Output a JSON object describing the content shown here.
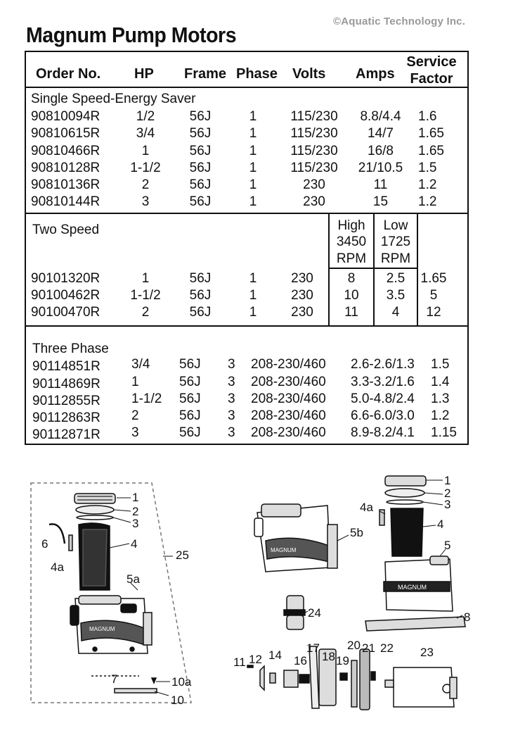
{
  "copyright": "©Aquatic Technology Inc.",
  "title": "Magnum Pump Motors",
  "headers": {
    "order": "Order No.",
    "hp": "HP",
    "frame": "Frame",
    "phase": "Phase",
    "volts": "Volts",
    "amps": "Amps",
    "service_line1": "Service",
    "service_line2": "Factor"
  },
  "single_speed": {
    "label": "Single Speed-Energy Saver",
    "rows": [
      {
        "order": "90810094R",
        "hp": "1/2",
        "frame": "56J",
        "phase": "1",
        "volts": "115/230",
        "amps": "8.8/4.4",
        "sf": "1.6"
      },
      {
        "order": "90810615R",
        "hp": "3/4",
        "frame": "56J",
        "phase": "1",
        "volts": "115/230",
        "amps": "14/7",
        "sf": "1.65"
      },
      {
        "order": "90810466R",
        "hp": "1",
        "frame": "56J",
        "phase": "1",
        "volts": "115/230",
        "amps": "16/8",
        "sf": "1.65"
      },
      {
        "order": "90810128R",
        "hp": "1-1/2",
        "frame": "56J",
        "phase": "1",
        "volts": "115/230",
        "amps": "21/10.5",
        "sf": "1.5"
      },
      {
        "order": "90810136R",
        "hp": "2",
        "frame": "56J",
        "phase": "1",
        "volts": "230",
        "amps": "11",
        "sf": "1.2"
      },
      {
        "order": "90810144R",
        "hp": "3",
        "frame": "56J",
        "phase": "1",
        "volts": "230",
        "amps": "15",
        "sf": "1.2"
      }
    ]
  },
  "two_speed": {
    "label": "Two Speed",
    "high": [
      "High",
      "3450",
      "RPM"
    ],
    "low": [
      "Low",
      "1725",
      "RPM"
    ],
    "rows": [
      {
        "order": "90101320R",
        "hp": "1",
        "frame": "56J",
        "phase": "1",
        "volts": "230",
        "high": "8",
        "low": "2.5",
        "sf": "1.65"
      },
      {
        "order": "90100462R",
        "hp": "1-1/2",
        "frame": "56J",
        "phase": "1",
        "volts": "230",
        "high": "10",
        "low": "3.5",
        "sf": "5"
      },
      {
        "order": "90100470R",
        "hp": "2",
        "frame": "56J",
        "phase": "1",
        "volts": "230",
        "high": "11",
        "low": "4",
        "sf": "12"
      }
    ]
  },
  "three_phase": {
    "label": "Three Phase",
    "rows": [
      {
        "order": "90114851R",
        "hp": "3/4",
        "frame": "56J",
        "phase": "3",
        "volts": "208-230/460",
        "amps": "2.6-2.6/1.3",
        "sf": "1.5"
      },
      {
        "order": "90114869R",
        "hp": "1",
        "frame": "56J",
        "phase": "3",
        "volts": "208-230/460",
        "amps": "3.3-3.2/1.6",
        "sf": "1.4"
      },
      {
        "order": "90112855R",
        "hp": "1-1/2",
        "frame": "56J",
        "phase": "3",
        "volts": "208-230/460",
        "amps": "5.0-4.8/2.4",
        "sf": "1.3"
      },
      {
        "order": "90112863R",
        "hp": "2",
        "frame": "56J",
        "phase": "3",
        "volts": "208-230/460",
        "amps": "6.6-6.0/3.0",
        "sf": "1.2"
      },
      {
        "order": "90112871R",
        "hp": "3",
        "frame": "56J",
        "phase": "3",
        "volts": "208-230/460",
        "amps": "8.9-8.2/4.1",
        "sf": "1.15"
      }
    ]
  },
  "diagram": {
    "brand_text": "MAGNUM",
    "left_labels": [
      "1",
      "2",
      "3",
      "4",
      "4a",
      "5a",
      "6",
      "7",
      "10",
      "10a",
      "25"
    ],
    "right_labels": [
      "1",
      "2",
      "3",
      "4",
      "4a",
      "5",
      "5b",
      "8",
      "11",
      "12",
      "14",
      "16",
      "17",
      "18",
      "19",
      "20",
      "21",
      "22",
      "23",
      "24"
    ]
  }
}
